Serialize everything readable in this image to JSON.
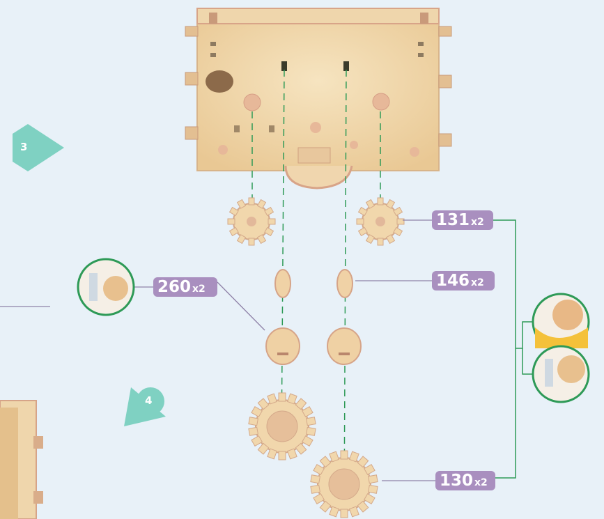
{
  "steps": [
    {
      "number": "3"
    },
    {
      "number": "4"
    }
  ],
  "parts": [
    {
      "id": "131",
      "multiplier": "x2"
    },
    {
      "id": "146",
      "multiplier": "x2"
    },
    {
      "id": "260",
      "multiplier": "x2"
    },
    {
      "id": "130",
      "multiplier": "x2"
    }
  ],
  "colors": {
    "background": "#e8f1f8",
    "label_bg": "#a98fbf",
    "step_marker": "#7fd1c2",
    "guide_line": "#2e9a57",
    "wood_light": "#f2dcb1",
    "wood_edge": "#d9b088"
  }
}
